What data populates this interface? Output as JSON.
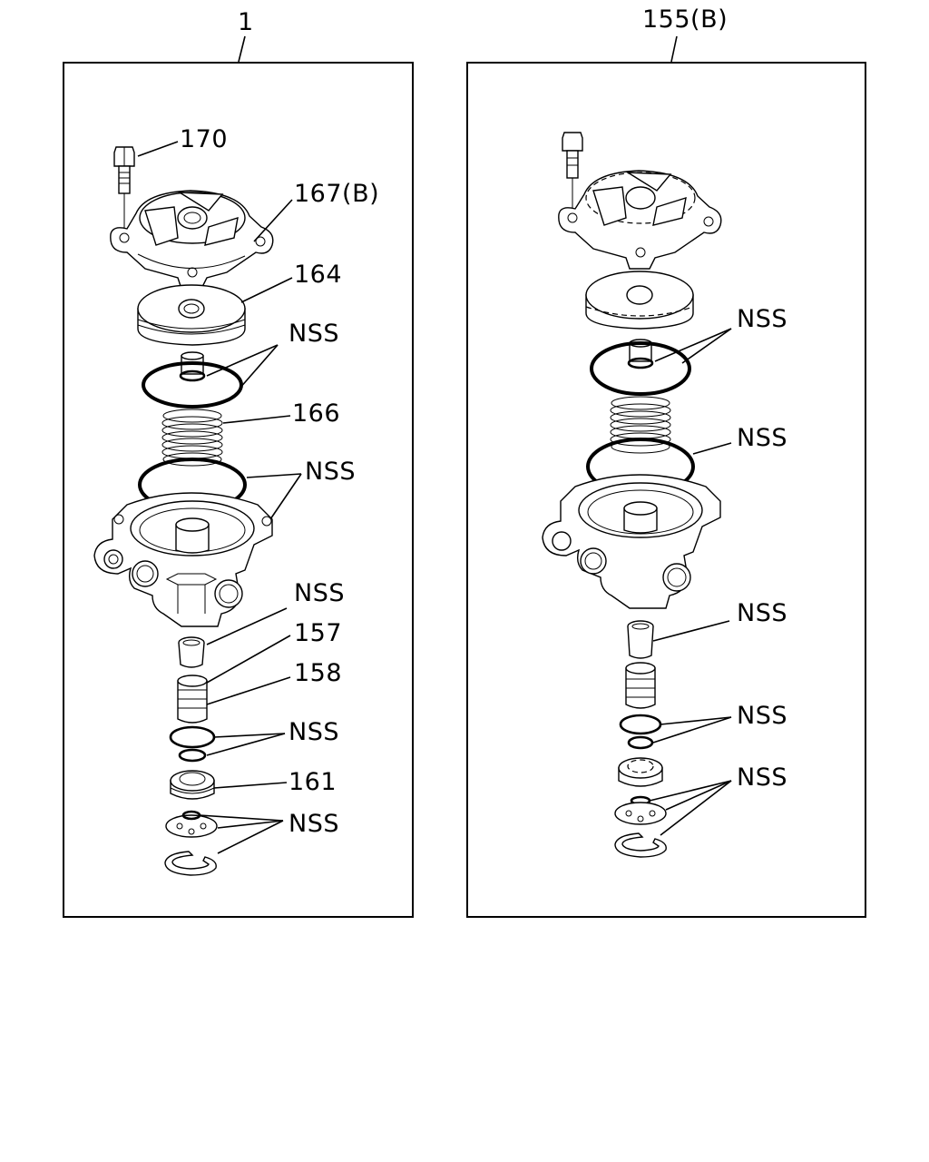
{
  "panels": [
    {
      "id": "assembly",
      "callout": "1",
      "labels": {
        "p170": "170",
        "p167": "167(B)",
        "p164": "164",
        "nss1": "NSS",
        "p166": "166",
        "nss2": "NSS",
        "nss3": "NSS",
        "p157": "157",
        "p158": "158",
        "nss4": "NSS",
        "p161": "161",
        "nss5": "NSS"
      }
    },
    {
      "id": "kit",
      "callout": "155(B)",
      "labels": {
        "nss1": "NSS",
        "nss2": "NSS",
        "nss3": "NSS",
        "nss4": "NSS",
        "nss5": "NSS"
      }
    }
  ]
}
